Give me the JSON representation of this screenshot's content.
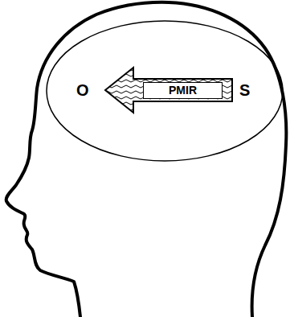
{
  "diagram": {
    "nodes": [
      {
        "text": [
          "O",
          "S"
        ]
      },
      {
        "text": [
          "PMIR"
        ],
        "in": 0
      }
    ]
  }
}
